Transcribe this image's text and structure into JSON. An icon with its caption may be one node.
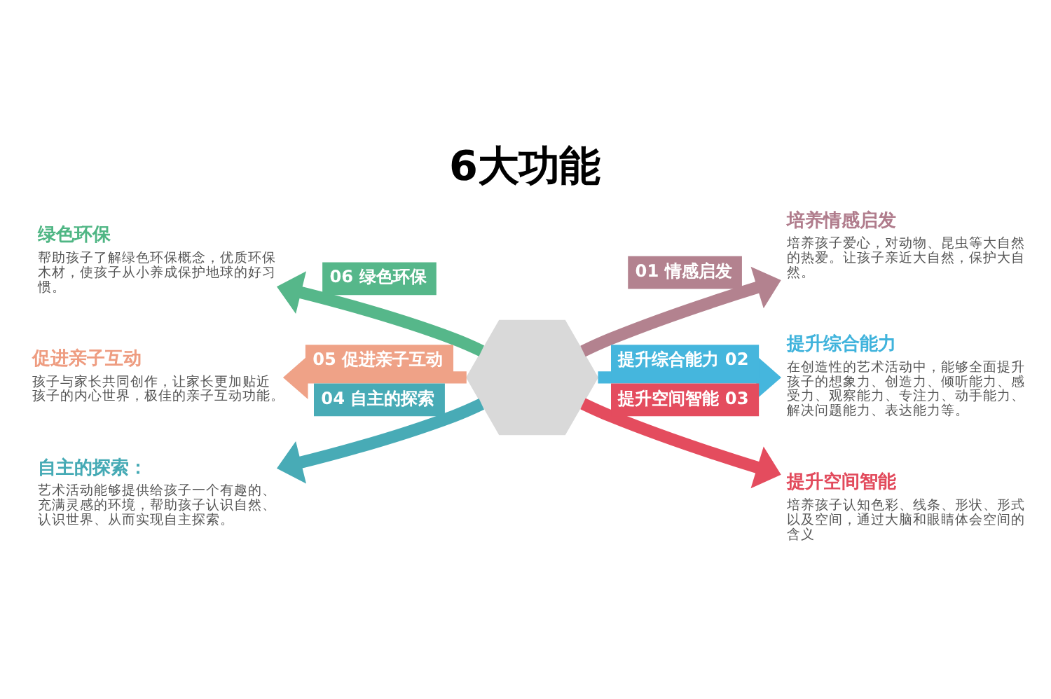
{
  "diagram": {
    "title": "6大功能",
    "nodes": [
      {
        "text": [],
        "shape": "hexagon"
      },
      {
        "text": [
          "培养情感启发",
          "培养孩子爱心，对动物、昆虫等大自然的热爱。让孩子亲近大自然，保护大自然。"
        ]
      },
      {
        "text": [
          "提升综合能力",
          "在创造性的艺术活动中，能够全面提升孩子的想象力、创造力、倾听能力、感受力、观察能力、专注力、动手能力、解决问题能力、表达能力等。"
        ]
      },
      {
        "text": [
          "提升空间智能",
          "培养孩子认知色彩、线条、形状、形式以及空间，通过大脑和眼睛体会空间的含义"
        ]
      },
      {
        "text": [
          "自主的探索：",
          "艺术活动能够提供给孩子一个有趣的、充满灵感的环境，帮助孩子认识自然、认识世界、从而实现自主探索。"
        ]
      },
      {
        "text": [
          "促进亲子互动",
          "孩子与家长共同创作，让家长更加贴近孩子的内心世界，极佳的亲子互动功能。"
        ]
      },
      {
        "text": [
          "绿色环保",
          "帮助孩子了解绿色环保概念，优质环保木材，使孩子从小养成保护地球的好习惯。"
        ]
      }
    ],
    "edges": [
      {
        "from": 0,
        "to": 1,
        "arrow": "to",
        "label": "01 情感启发",
        "color": "#b3828f"
      },
      {
        "from": 0,
        "to": 2,
        "arrow": "to",
        "label": "提升综合能力 02",
        "color": "#45b6dd"
      },
      {
        "from": 0,
        "to": 3,
        "arrow": "to",
        "label": "提升空间智能 03",
        "color": "#e44c5e"
      },
      {
        "from": 0,
        "to": 4,
        "arrow": "to",
        "label": "04 自主的探索",
        "color": "#48abb6"
      },
      {
        "from": 0,
        "to": 5,
        "arrow": "to",
        "label": "05 促进亲子互动",
        "color": "#efa287"
      },
      {
        "from": 0,
        "to": 6,
        "arrow": "to",
        "label": "06 绿色环保",
        "color": "#56b78a"
      }
    ]
  }
}
